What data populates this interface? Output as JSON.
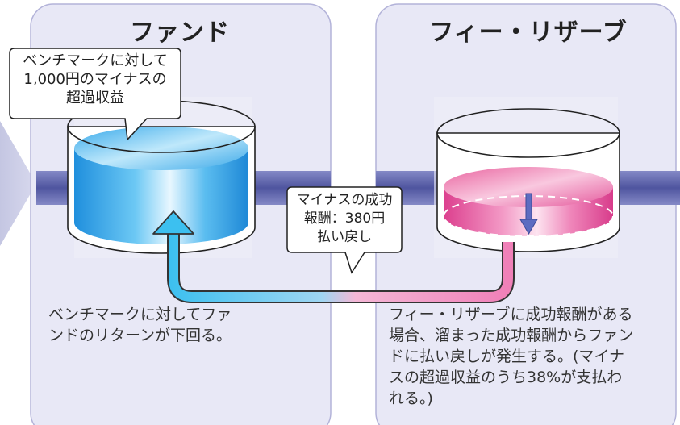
{
  "colors": {
    "panel_fill": "#e8e8f6",
    "panel_stroke": "#b0b0d8",
    "band": "#5a5fa8",
    "fund_liquid": "#3aa8e8",
    "fee_liquid": "#e0509a",
    "arrow_start": "#3cc0f0",
    "arrow_end": "#f080b8"
  },
  "panels": {
    "fund": {
      "title": "ファンド",
      "callout": [
        "ベンチマークに対して",
        "1,000円のマイナスの",
        "超過収益"
      ],
      "description": [
        "ベンチマークに対してファ",
        "ンドのリターンが下回る。"
      ]
    },
    "fee_reserve": {
      "title": "フィー・リザーブ",
      "description": [
        "フィー・リザーブに成功報酬がある",
        "場合、溜まった成功報酬からファン",
        "ドに払い戻しが発生する。(マイナ",
        "スの超過収益のうち38%が支払わ",
        "れる。)"
      ]
    }
  },
  "transfer_callout": [
    "マイナスの成功",
    "報酬：380円",
    "払い戻し"
  ]
}
